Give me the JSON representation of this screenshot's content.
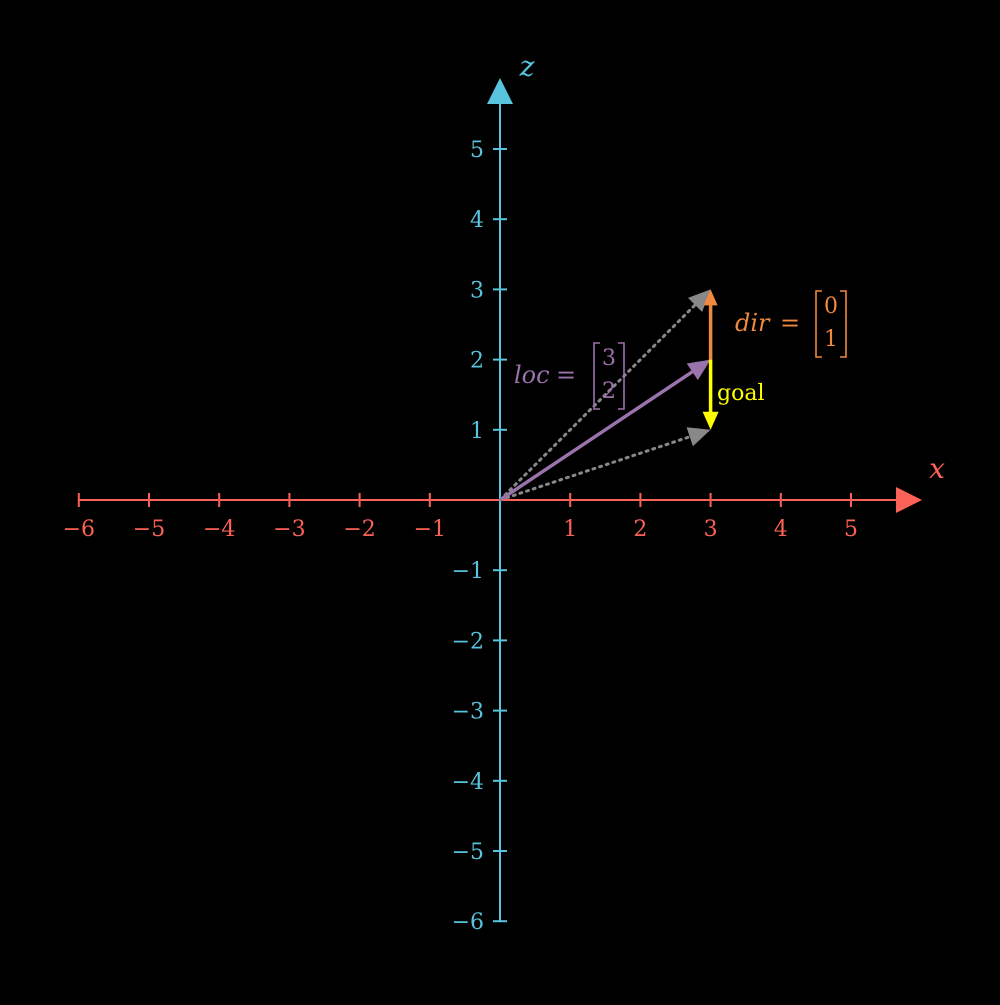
{
  "colors": {
    "background": "#000000",
    "x_axis": "#fc6255",
    "z_axis": "#58c4dd",
    "loc": "#9a72ac",
    "dir": "#f0883e",
    "goal": "#ffff00",
    "guide": "#888888"
  },
  "axes": {
    "x": {
      "label": "x",
      "ticks": [
        -6,
        -5,
        -4,
        -3,
        -2,
        -1,
        1,
        2,
        3,
        4,
        5
      ],
      "tick_labels": [
        "−6",
        "−5",
        "−4",
        "−3",
        "−2",
        "−1",
        "1",
        "2",
        "3",
        "4",
        "5"
      ],
      "range": [
        -6,
        6
      ]
    },
    "z": {
      "label": "z",
      "ticks": [
        5,
        4,
        3,
        2,
        1,
        -1,
        -2,
        -3,
        -4,
        -5,
        -6
      ],
      "tick_labels": [
        "5",
        "4",
        "3",
        "2",
        "1",
        "−1",
        "−2",
        "−3",
        "−4",
        "−5",
        "−6"
      ],
      "range": [
        -6,
        6
      ]
    }
  },
  "vectors": {
    "loc": {
      "from": [
        0,
        0
      ],
      "to": [
        3,
        2
      ],
      "name": "loc",
      "equals": "=",
      "matrix": [
        "3",
        "2"
      ]
    },
    "dir": {
      "from": [
        3,
        2
      ],
      "to": [
        3,
        3
      ],
      "name": "dir",
      "equals": "=",
      "matrix": [
        "0",
        "1"
      ]
    },
    "goal": {
      "from": [
        3,
        2
      ],
      "to": [
        3,
        1
      ],
      "label": "goal"
    },
    "guides": [
      {
        "from": [
          0,
          0
        ],
        "to": [
          3,
          3
        ]
      },
      {
        "from": [
          0,
          0
        ],
        "to": [
          3,
          1
        ]
      }
    ]
  }
}
